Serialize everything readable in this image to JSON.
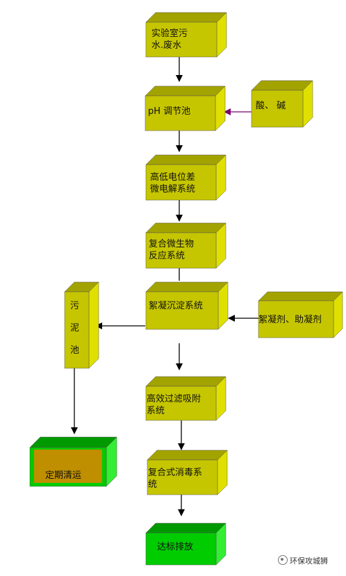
{
  "nodes": {
    "lab": {
      "lines": [
        "实验室污",
        "水.废水"
      ],
      "color": "olive"
    },
    "ph": {
      "lines": [
        "pH  调节池"
      ],
      "color": "olive"
    },
    "acid": {
      "lines": [
        "酸、   碱"
      ],
      "color": "olive"
    },
    "micro": {
      "lines": [
        "高低电位差",
        "微电解系统"
      ],
      "color": "olive"
    },
    "bio": {
      "lines": [
        "复合微生物",
        "反应系统"
      ],
      "color": "olive"
    },
    "floc": {
      "lines": [
        "絮凝沉淀系统"
      ],
      "color": "olive"
    },
    "flocagent": {
      "lines": [
        "絮凝剂、助凝剂"
      ],
      "color": "olive"
    },
    "sludge": {
      "lines": [
        "污",
        "泥",
        "池"
      ],
      "color": "olive"
    },
    "clean": {
      "lines": [
        "定期清运"
      ],
      "color": "green"
    },
    "filter": {
      "lines": [
        "高效过滤吸附",
        "系统"
      ],
      "color": "olive"
    },
    "disinfect": {
      "lines": [
        "复合式消毒系",
        "统"
      ],
      "color": "olive"
    },
    "discharge": {
      "lines": [
        "达标排放"
      ],
      "color": "green"
    }
  },
  "watermark": "环保攻城狮",
  "colors": {
    "olive_front": "#c6c600",
    "olive_top": "#a3a300",
    "olive_side": "#e0e000",
    "green_front": "#00cc00",
    "green_top": "#009900",
    "green_side": "#33ee33",
    "clean_inner": "#bf8f00",
    "arrow_purple": "#7a0070",
    "arrow_black": "#000000"
  }
}
